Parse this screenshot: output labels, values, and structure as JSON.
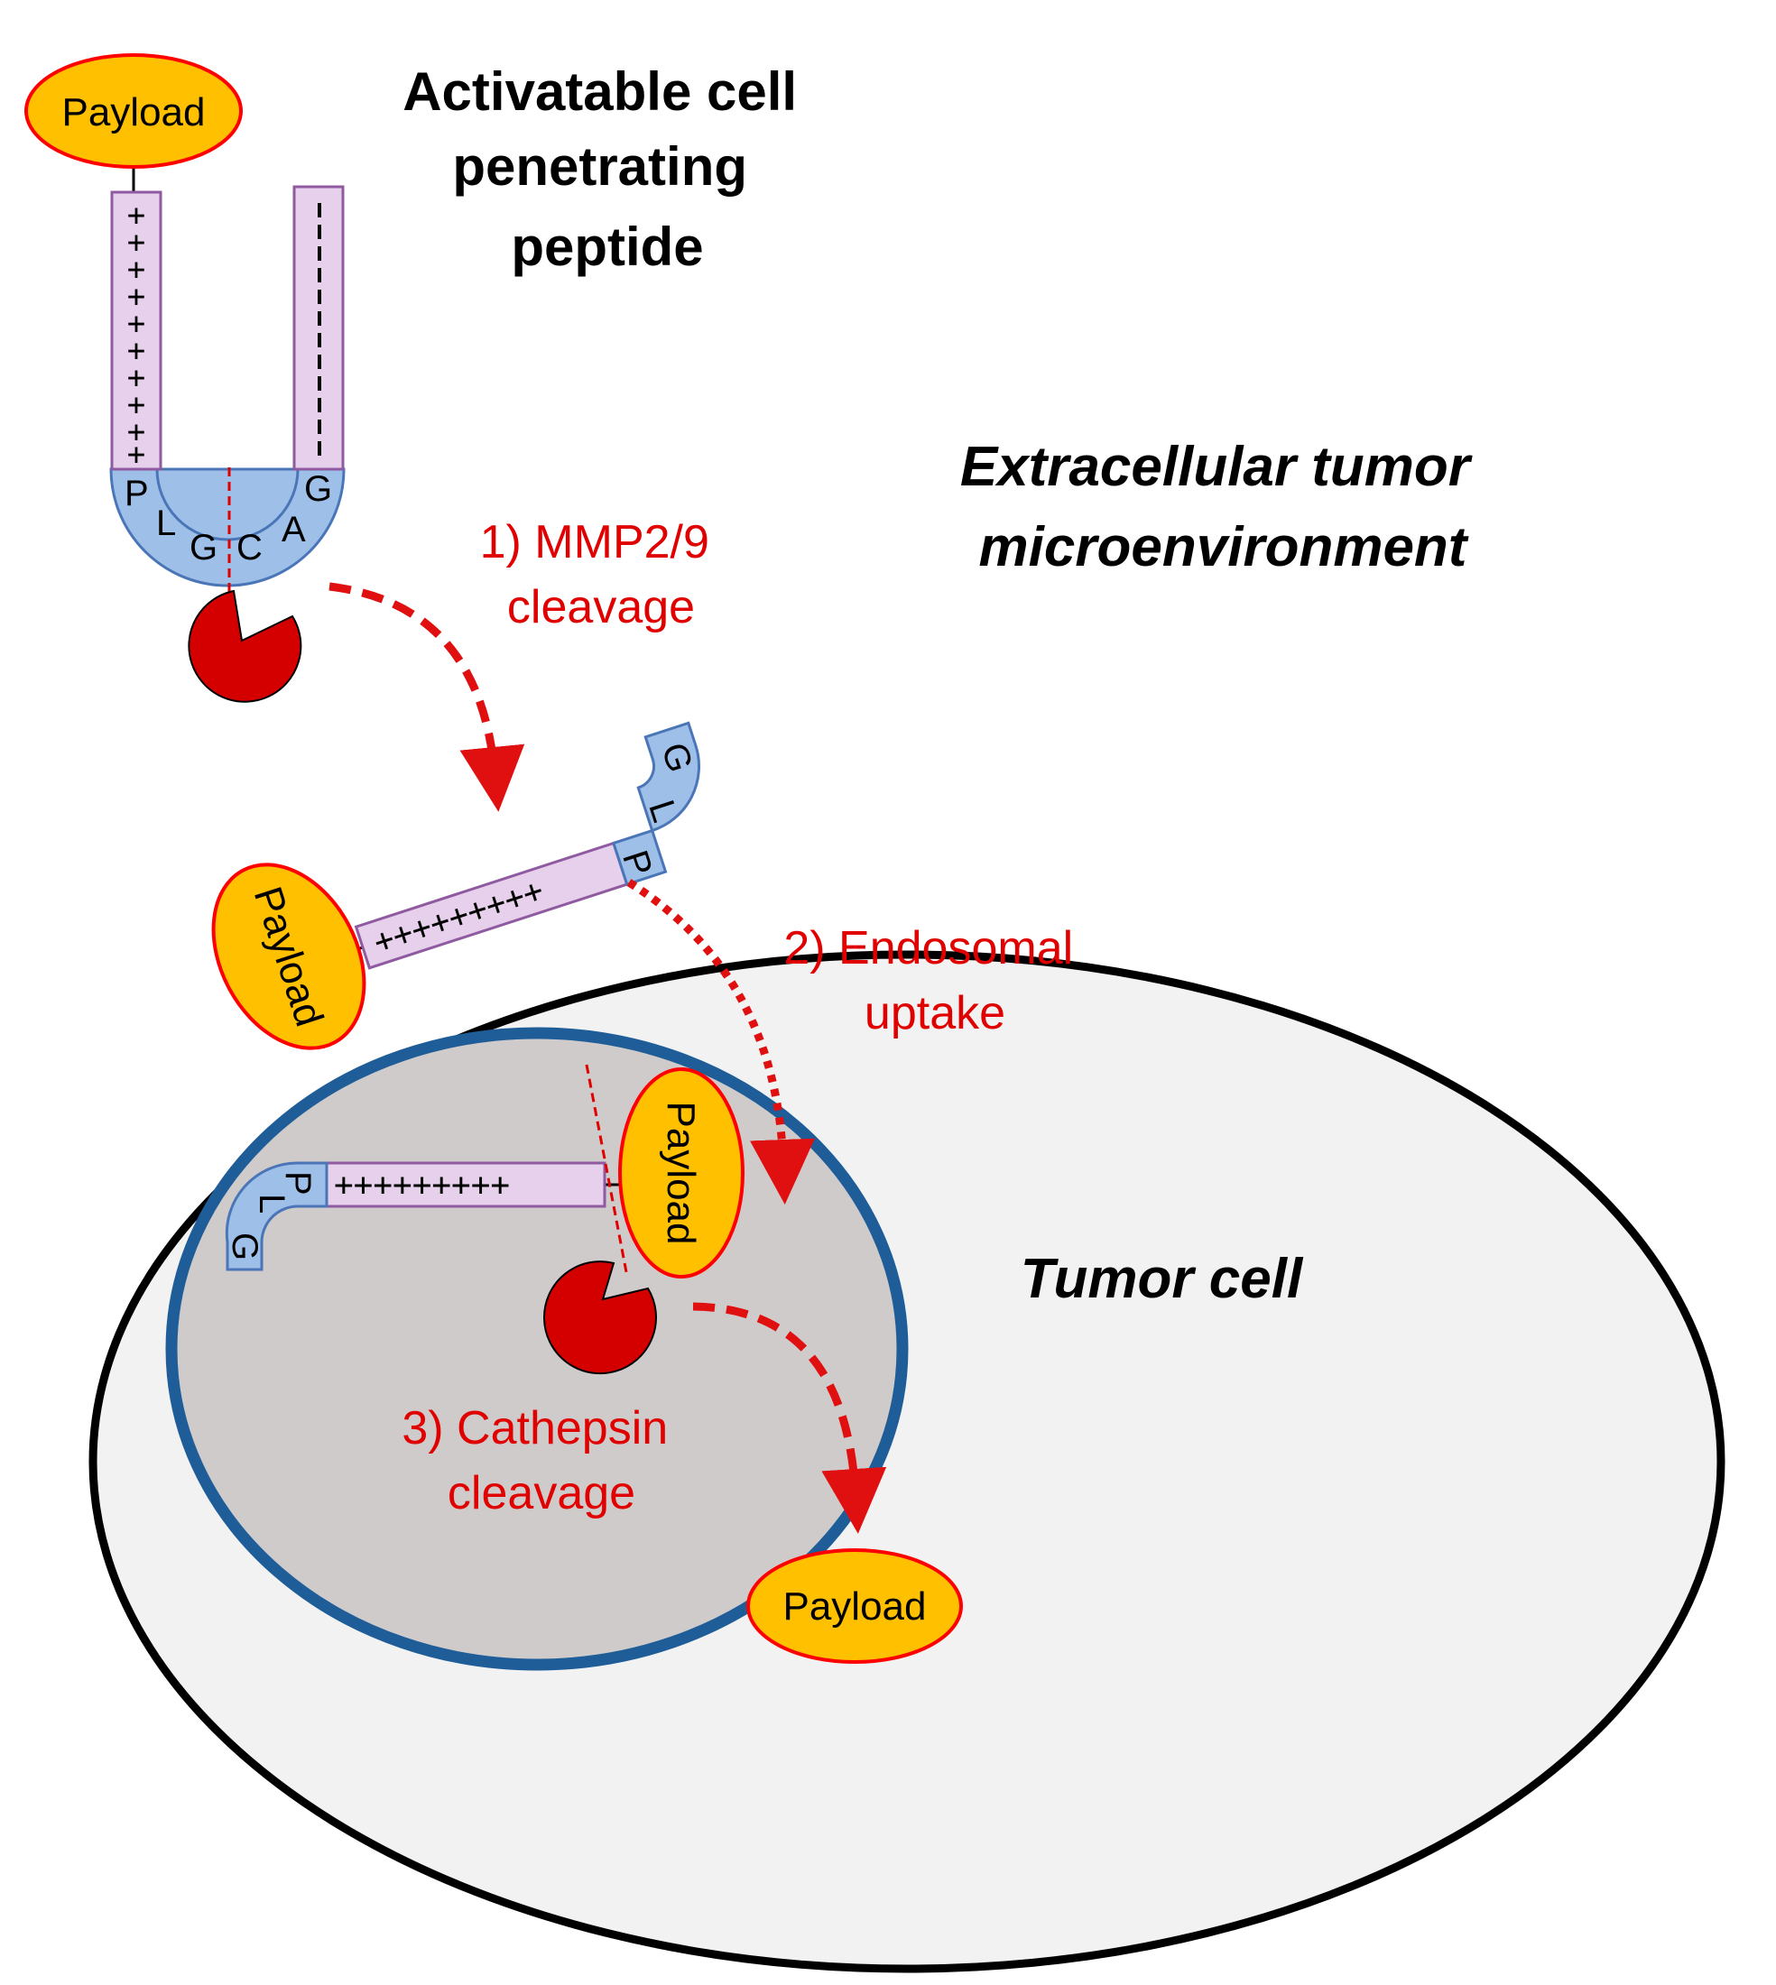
{
  "title_lines": [
    "Activatable cell",
    "penetrating",
    "peptide"
  ],
  "environment_label_lines": [
    "Extracellular tumor",
    "microenvironment"
  ],
  "cell_label": "Tumor cell",
  "steps": {
    "step1": [
      "1) MMP2/9",
      "cleavage"
    ],
    "step2": [
      "2) Endosomal",
      "uptake"
    ],
    "step3": [
      "3) Cathepsin",
      "cleavage"
    ]
  },
  "payload_label": "Payload",
  "linker_residues": [
    "P",
    "L",
    "G",
    "C",
    "A",
    "G"
  ],
  "fragment_residues": [
    "P",
    "L",
    "G"
  ],
  "polycation_label": "+++++++++",
  "colors": {
    "payload_fill": "#ffc000",
    "payload_stroke": "#ff0000",
    "peptide_fill": "#e6d0ec",
    "peptide_stroke": "#8f5aa0",
    "linker_fill": "#9dbfe8",
    "linker_stroke": "#4a76b8",
    "enzyme": "#d40000",
    "arrow": "#e01010",
    "cell_fill": "#f2f2f2",
    "endosome_fill": "#d0cbcb",
    "endosome_stroke": "#1f5d99"
  }
}
